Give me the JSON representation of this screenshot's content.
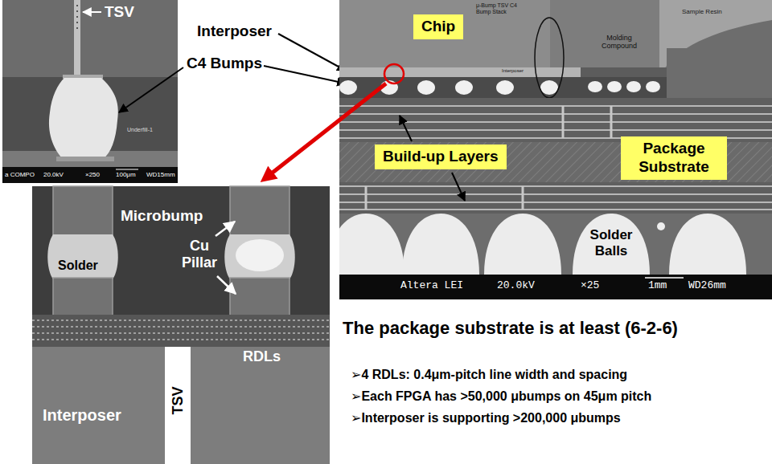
{
  "diagram": {
    "nodes": [
      {
        "text": [
          "Chip"
        ]
      },
      {
        "text": [
          "Build-up Layers"
        ]
      },
      {
        "text": [
          "Package Substrate"
        ]
      },
      {
        "text": [
          "Solder Balls"
        ]
      },
      {
        "text": [
          "TSV"
        ]
      }
    ],
    "labels": [
      "TSV",
      "C4 Bumps",
      "Underfill-1",
      "a COMPO",
      "20.0kV",
      "×250",
      "100μm",
      "WD15mm",
      "Interposer",
      "Sample Resin",
      "μ-Bump TSV C4 Bump Stack",
      "Molding Compound",
      "Interposer",
      "Altera LEI",
      "20.0kV",
      "×25",
      "1mm",
      "WD26mm",
      "Microbump",
      "Solder",
      "Cu Pillar",
      "RDLs",
      "Interposer",
      "The package substrate is at least (6-2-6)",
      "➢4 RDLs: 0.4μm-pitch line width and spacing",
      "➢Each FPGA has >50,000 μbumps on 45μm pitch",
      "➢Interposer is supporting >200,000 μbumps"
    ]
  }
}
